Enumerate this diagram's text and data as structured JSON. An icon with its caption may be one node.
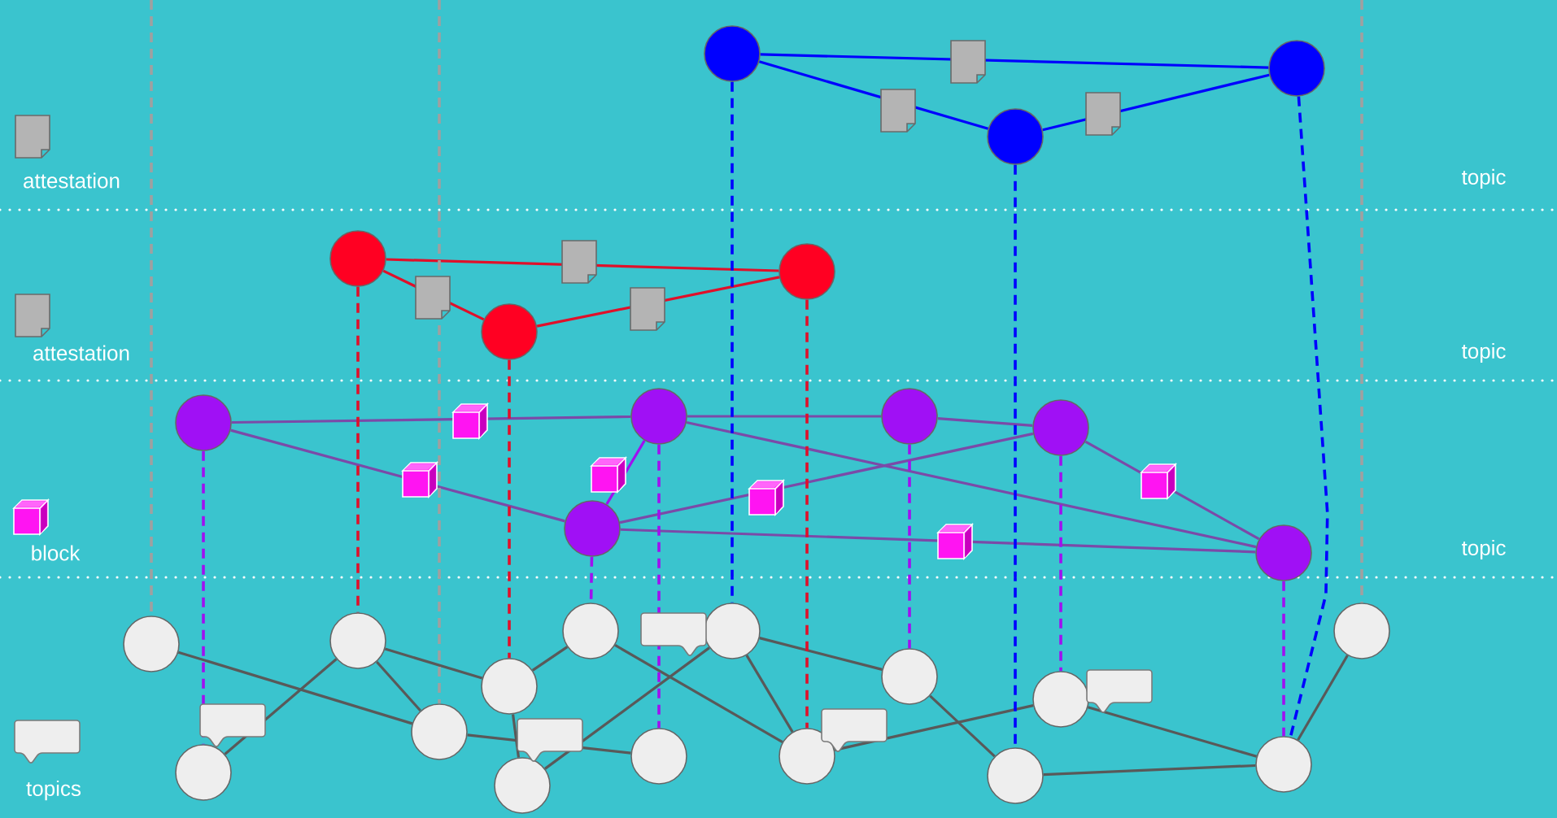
{
  "diagram": {
    "nodes": [
      {
        "text": [],
        "shape": "circle"
      },
      {
        "text": [],
        "shape": "circle"
      },
      {
        "text": [],
        "shape": "circle"
      },
      {
        "text": [],
        "shape": "circle"
      },
      {
        "text": [],
        "shape": "circle"
      },
      {
        "text": [],
        "shape": "circle"
      },
      {
        "text": [],
        "shape": "circle"
      },
      {
        "text": [],
        "shape": "circle"
      },
      {
        "text": [],
        "shape": "circle"
      },
      {
        "text": [],
        "shape": "circle"
      },
      {
        "text": [],
        "shape": "circle"
      },
      {
        "text": [],
        "shape": "circle"
      },
      {
        "text": [],
        "shape": "circle"
      },
      {
        "text": [],
        "shape": "circle"
      },
      {
        "text": [],
        "shape": "circle"
      },
      {
        "text": [],
        "shape": "circle"
      },
      {
        "text": [],
        "shape": "circle"
      },
      {
        "text": [],
        "shape": "circle"
      },
      {
        "text": [],
        "shape": "circle"
      },
      {
        "text": [],
        "shape": "circle"
      },
      {
        "text": [],
        "shape": "circle"
      },
      {
        "text": [],
        "shape": "circle"
      },
      {
        "text": [],
        "shape": "circle"
      },
      {
        "text": [],
        "shape": "circle"
      },
      {
        "text": [],
        "shape": "circle"
      },
      {
        "text": [],
        "shape": "circle"
      },
      {
        "text": [],
        "shape": "circle"
      }
    ],
    "edges": [
      {
        "from": 0,
        "to": 2,
        "arrow": "none",
        "color": "#0000ff"
      },
      {
        "from": 0,
        "to": 1,
        "arrow": "none",
        "color": "#0000ff"
      },
      {
        "from": 1,
        "to": 2,
        "arrow": "none",
        "color": "#0000ff"
      },
      {
        "from": 3,
        "to": 5,
        "arrow": "none",
        "color": "#e0102a"
      },
      {
        "from": 3,
        "to": 4,
        "arrow": "none",
        "color": "#e0102a"
      },
      {
        "from": 4,
        "to": 5,
        "arrow": "none",
        "color": "#e0102a"
      },
      {
        "from": 6,
        "to": 7,
        "arrow": "none",
        "color": "#7b4aa8"
      },
      {
        "from": 6,
        "to": 10,
        "arrow": "none",
        "color": "#7b4aa8"
      },
      {
        "from": 7,
        "to": 10,
        "arrow": "none",
        "color": "#a010f0"
      },
      {
        "from": 7,
        "to": 8,
        "arrow": "none",
        "color": "#7b4aa8"
      },
      {
        "from": 8,
        "to": 9,
        "arrow": "none",
        "color": "#7b4aa8"
      },
      {
        "from": 7,
        "to": 11,
        "arrow": "none",
        "color": "#7b4aa8"
      },
      {
        "from": 10,
        "to": 9,
        "arrow": "none",
        "color": "#7b4aa8"
      },
      {
        "from": 10,
        "to": 11,
        "arrow": "none",
        "color": "#7b4aa8"
      },
      {
        "from": 9,
        "to": 11,
        "arrow": "none",
        "color": "#7b4aa8"
      },
      {
        "from": 12,
        "to": 15,
        "arrow": "none"
      },
      {
        "from": 13,
        "to": 14,
        "arrow": "none"
      },
      {
        "from": 13,
        "to": 15,
        "arrow": "none"
      },
      {
        "from": 13,
        "to": 16,
        "arrow": "none"
      },
      {
        "from": 15,
        "to": 19,
        "arrow": "none"
      },
      {
        "from": 16,
        "to": 17,
        "arrow": "none"
      },
      {
        "from": 16,
        "to": 18,
        "arrow": "none"
      },
      {
        "from": 18,
        "to": 20,
        "arrow": "none"
      },
      {
        "from": 17,
        "to": 21,
        "arrow": "none"
      },
      {
        "from": 20,
        "to": 21,
        "arrow": "none"
      },
      {
        "from": 20,
        "to": 22,
        "arrow": "none"
      },
      {
        "from": 21,
        "to": 24,
        "arrow": "none"
      },
      {
        "from": 22,
        "to": 23,
        "arrow": "none"
      },
      {
        "from": 23,
        "to": 25,
        "arrow": "none"
      },
      {
        "from": 24,
        "to": 25,
        "arrow": "none"
      },
      {
        "from": 25,
        "to": 26,
        "arrow": "none"
      },
      {
        "from": 0,
        "to": 20,
        "arrow": "none",
        "style": "dashed",
        "color": "#0000ff"
      },
      {
        "from": 1,
        "to": 23,
        "arrow": "none",
        "style": "dashed",
        "color": "#0000ff"
      },
      {
        "from": 2,
        "to": 25,
        "arrow": "none",
        "style": "dashed",
        "color": "#0000ff"
      },
      {
        "from": 3,
        "to": 13,
        "arrow": "none",
        "style": "dashed",
        "color": "#e0102a"
      },
      {
        "from": 4,
        "to": 16,
        "arrow": "none",
        "style": "dashed",
        "color": "#e0102a"
      },
      {
        "from": 5,
        "to": 21,
        "arrow": "none",
        "style": "dashed",
        "color": "#e0102a"
      },
      {
        "from": 6,
        "to": 14,
        "arrow": "none",
        "style": "dashed",
        "color": "#a010f0"
      },
      {
        "from": 7,
        "to": 19,
        "arrow": "none",
        "style": "dashed",
        "color": "#a010f0"
      },
      {
        "from": 8,
        "to": 22,
        "arrow": "none",
        "style": "dashed",
        "color": "#a010f0"
      },
      {
        "from": 9,
        "to": 24,
        "arrow": "none",
        "style": "dashed",
        "color": "#a010f0"
      },
      {
        "from": 10,
        "to": 17,
        "arrow": "none",
        "style": "dashed",
        "color": "#a010f0"
      },
      {
        "from": 11,
        "to": 25,
        "arrow": "none",
        "style": "dashed",
        "color": "#a010f0"
      },
      {
        "from": null,
        "to": 12,
        "arrow": "none",
        "style": "dashed",
        "color": "#a0a0a0"
      },
      {
        "from": null,
        "to": 15,
        "arrow": "none",
        "style": "dashed",
        "color": "#a0a0a0"
      },
      {
        "from": null,
        "to": 26,
        "arrow": "none",
        "style": "dashed",
        "color": "#a0a0a0"
      }
    ],
    "labels": [
      "topic",
      "topic",
      "topic"
    ],
    "legend": [
      {
        "text": "attestation"
      },
      {
        "text": "attestation"
      },
      {
        "text": "block"
      },
      {
        "text": "topics"
      }
    ]
  }
}
